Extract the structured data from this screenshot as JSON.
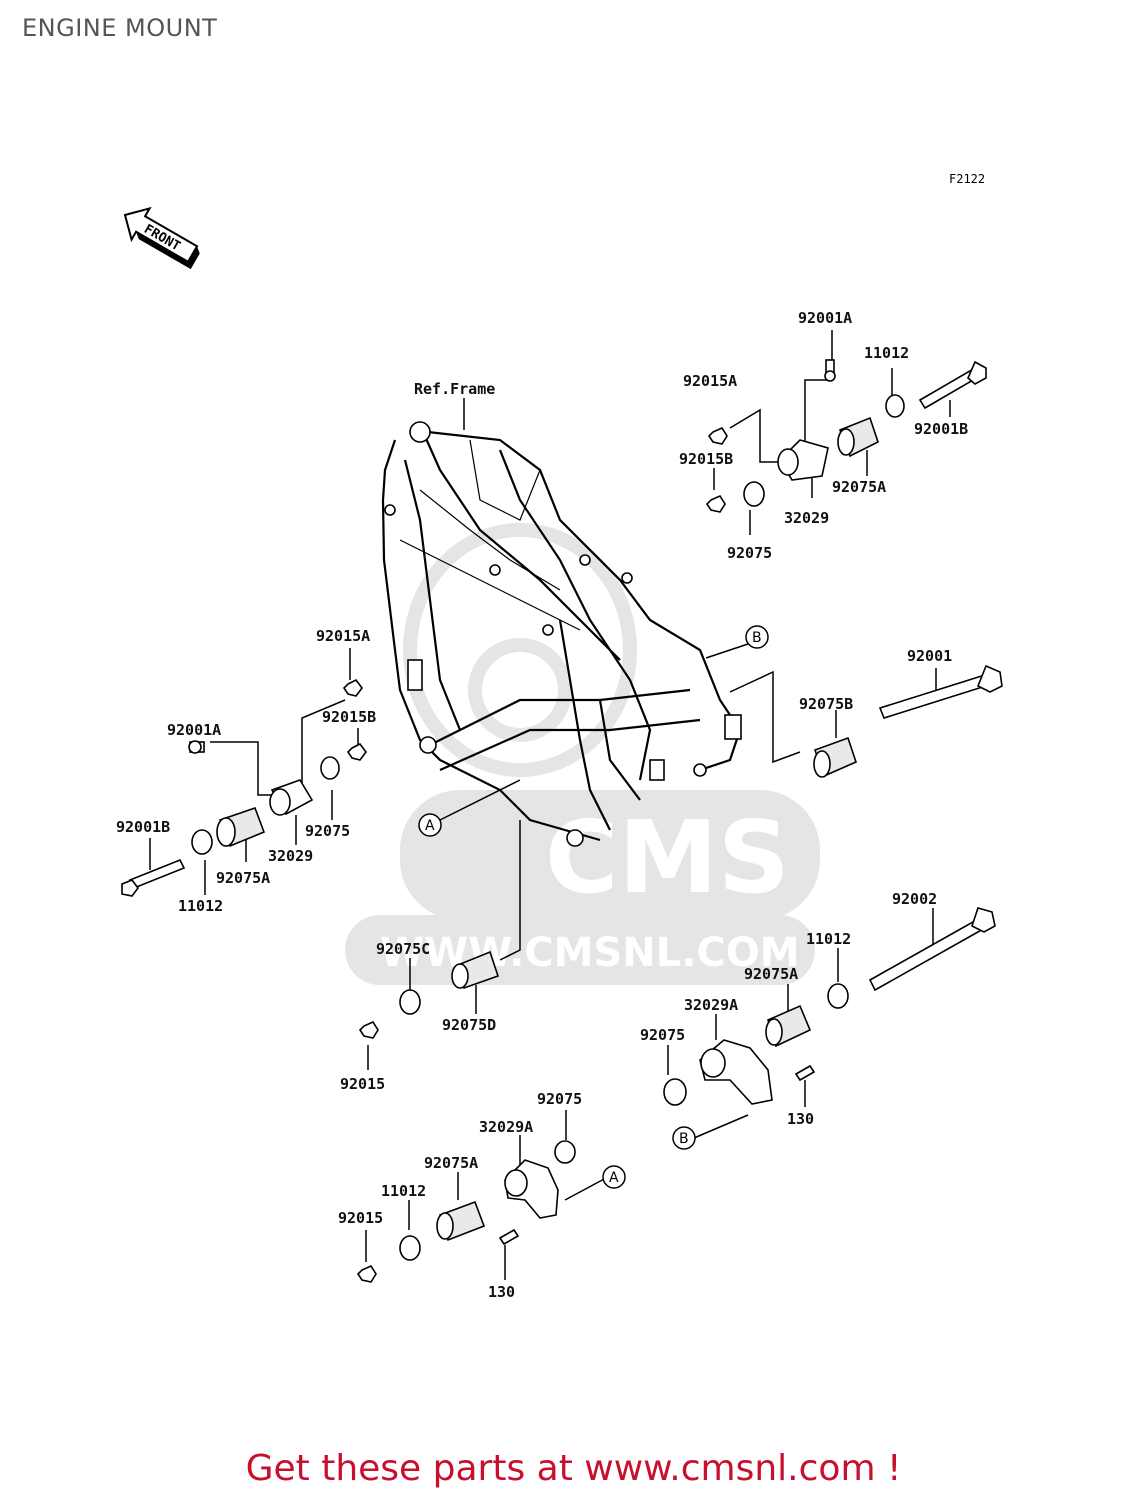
{
  "title": "ENGINE MOUNT",
  "figure_code": "F2122",
  "front_label": "FRONT",
  "ref_frame_label": "Ref.Frame",
  "watermark": {
    "brand": "CMS",
    "url": "WWW.CMSNL.COM"
  },
  "footer": "Get these parts at www.cmsnl.com !",
  "ref_markers": {
    "a": "A",
    "b": "B"
  },
  "labels": {
    "l1": "92001A",
    "l2": "11012",
    "l3": "92015A",
    "l4": "92001B",
    "l5": "92015B",
    "l6": "92075A",
    "l7": "32029",
    "l8": "92075",
    "l9": "92015A",
    "l10": "92001",
    "l11": "92001A",
    "l12": "92015B",
    "l13": "92075B",
    "l14": "92075",
    "l15": "92001B",
    "l16": "32029",
    "l17": "92075A",
    "l18": "11012",
    "l19": "92002",
    "l20": "11012",
    "l21": "92075C",
    "l22": "92075A",
    "l23": "32029A",
    "l24": "92075D",
    "l25": "92075",
    "l26": "92015",
    "l27": "130",
    "l28": "92075",
    "l29": "32029A",
    "l30": "92075A",
    "l31": "11012",
    "l32": "92015",
    "l33": "130"
  }
}
